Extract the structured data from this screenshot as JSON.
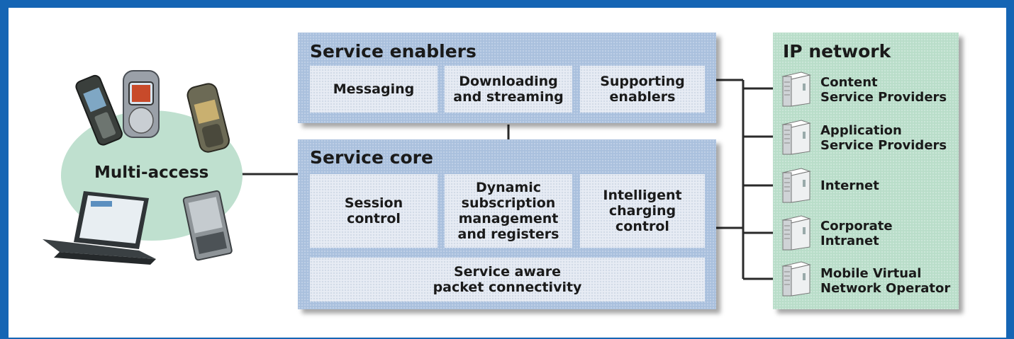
{
  "service_enablers": {
    "title": "Service enablers",
    "items": [
      "Messaging",
      "Downloading\nand streaming",
      "Supporting\nenablers"
    ]
  },
  "service_core": {
    "title": "Service core",
    "items": [
      "Session\ncontrol",
      "Dynamic\nsubscription\nmanagement\nand registers",
      "Intelligent\ncharging\ncontrol"
    ],
    "bottom": "Service aware\npacket connectivity"
  },
  "ip_network": {
    "title": "IP network",
    "items": [
      "Content\nService Providers",
      "Application\nService Providers",
      "Internet",
      "Corporate\nIntranet",
      "Mobile Virtual\nNetwork Operator"
    ]
  },
  "access": {
    "label": "Multi-access",
    "devices": [
      "mobile-phone",
      "mobile-phone",
      "mobile-phone",
      "laptop",
      "data-card"
    ]
  },
  "colors": {
    "frame": "#1565b4",
    "service_panel": "#a9c0dd",
    "ip_panel": "#b9ddc9",
    "cloud": "#bfe0cf"
  }
}
